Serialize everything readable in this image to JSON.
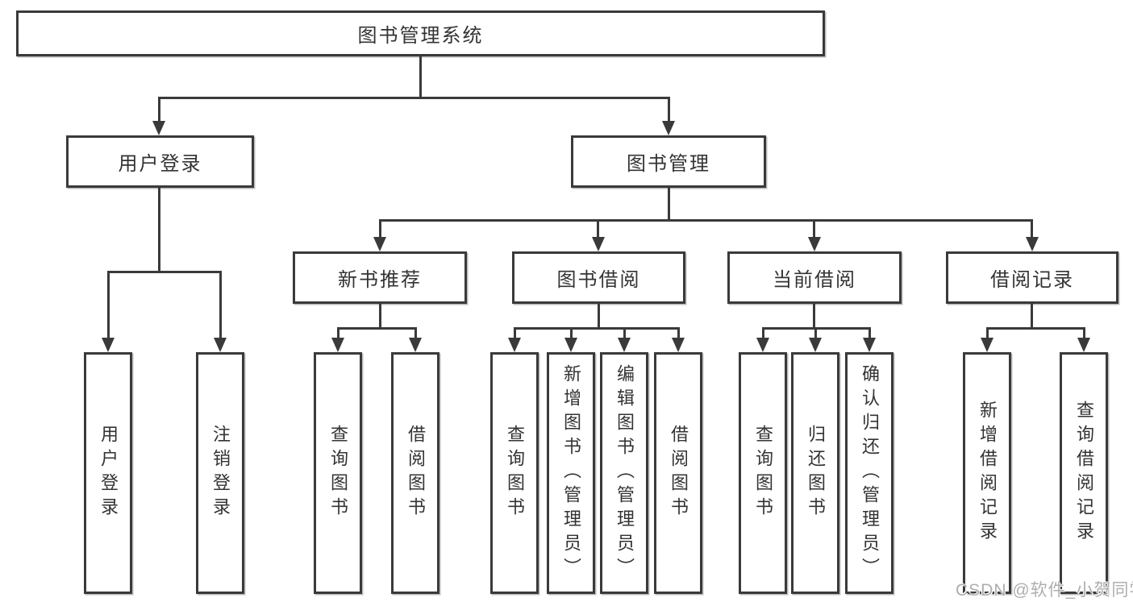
{
  "tree": {
    "root": {
      "label": "图书管理系统"
    },
    "children": [
      {
        "label": "用户登录",
        "children": [
          {
            "label": "用户登录"
          },
          {
            "label": "注销登录"
          }
        ]
      },
      {
        "label": "图书管理",
        "children": [
          {
            "label": "新书推荐",
            "children": [
              {
                "label": "查询图书"
              },
              {
                "label": "借阅图书"
              }
            ]
          },
          {
            "label": "图书借阅",
            "children": [
              {
                "label": "查询图书"
              },
              {
                "label": "新增图书（管理员）"
              },
              {
                "label": "编辑图书（管理员）"
              },
              {
                "label": "借阅图书"
              }
            ]
          },
          {
            "label": "当前借阅",
            "children": [
              {
                "label": "查询图书"
              },
              {
                "label": "归还图书"
              },
              {
                "label": "确认归还（管理员）"
              }
            ]
          },
          {
            "label": "借阅记录",
            "children": [
              {
                "label": "新增借阅记录"
              },
              {
                "label": "查询借阅记录"
              }
            ]
          }
        ]
      }
    ]
  },
  "watermark": {
    "text": "CSDN @软件_小贺同学"
  },
  "colors": {
    "line": "#3a3a3a",
    "text": "#333333",
    "watermark": "#aeaeae",
    "background": "#ffffff"
  }
}
